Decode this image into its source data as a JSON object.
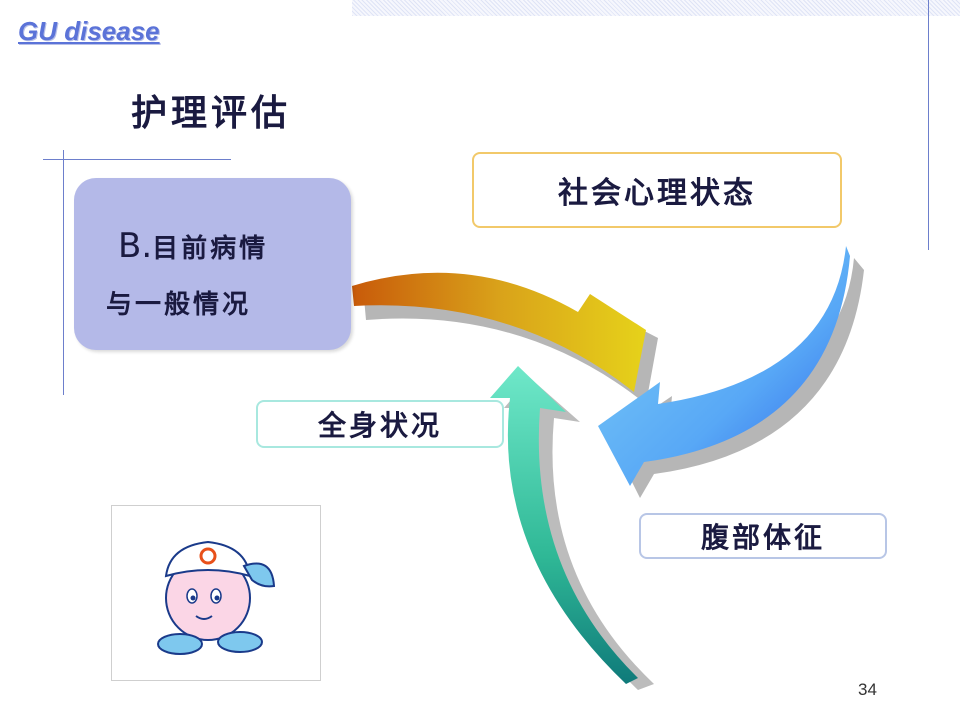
{
  "header": {
    "title": "GU disease"
  },
  "heading": "护理评估",
  "center_box": {
    "prefix": "B.",
    "line1": "目前病情",
    "line2": "与一般情况"
  },
  "nodes": {
    "social": "社会心理状态",
    "general": "全身状况",
    "abdomen": "腹部体征"
  },
  "colors": {
    "accent": "#5b73d8",
    "box": "#b4b9e8",
    "arrow_orange": "#d9a21a",
    "arrow_blue": "#3e75f0",
    "arrow_teal": "#27b8a0"
  },
  "page_number": "34"
}
